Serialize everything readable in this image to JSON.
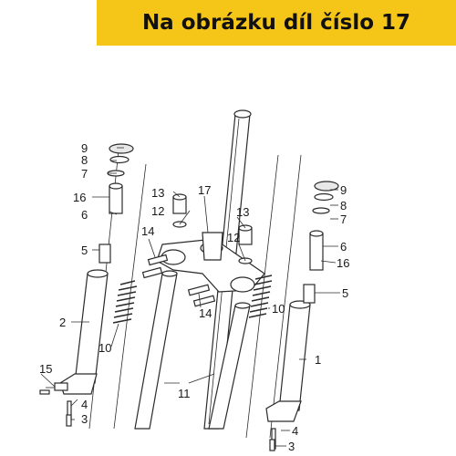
{
  "header": {
    "title": "Na obrázku díl číslo 17"
  },
  "labels": {
    "l1": "1",
    "l2": "2",
    "l3a": "3",
    "l3b": "3",
    "l4a": "4",
    "l4b": "4",
    "l5a": "5",
    "l5b": "5",
    "l6a": "6",
    "l6b": "6",
    "l7a": "7",
    "l7b": "7",
    "l8a": "8",
    "l8b": "8",
    "l9a": "9",
    "l9b": "9",
    "l10a": "10",
    "l10b": "10",
    "l11": "11",
    "l12a": "12",
    "l12b": "12",
    "l13a": "13",
    "l13b": "13",
    "l14a": "14",
    "l14b": "14",
    "l15": "15",
    "l16a": "16",
    "l16b": "16",
    "l17": "17"
  }
}
